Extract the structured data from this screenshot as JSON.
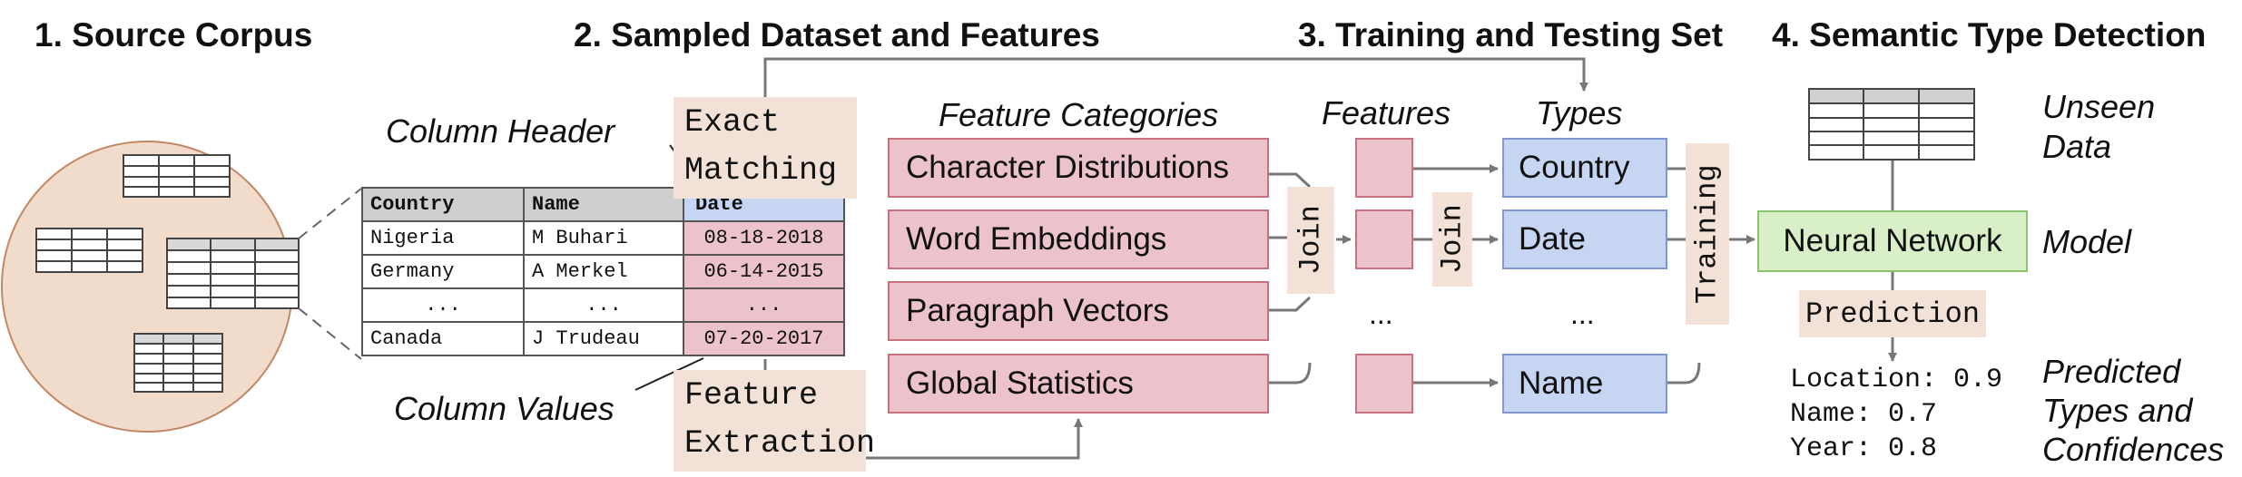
{
  "sections": {
    "source_corpus": "1. Source Corpus",
    "sampled_dataset": "2. Sampled Dataset and Features",
    "training_testing": "3. Training and Testing Set",
    "semantic_detection": "4. Semantic Type Detection"
  },
  "table": {
    "headers": [
      "Country",
      "Name",
      "Date"
    ],
    "rows": [
      [
        "Nigeria",
        "M Buhari",
        "08-18-2018"
      ],
      [
        "Germany",
        "A Merkel",
        "06-14-2015"
      ],
      [
        "...",
        "...",
        "..."
      ],
      [
        "Canada",
        "J Trudeau",
        "07-20-2017"
      ]
    ]
  },
  "annotations": {
    "column_header": "Column Header",
    "column_values": "Column Values",
    "exact_matching": "Exact\nMatching",
    "feature_extraction": "Feature\nExtraction"
  },
  "feature_categories": {
    "title": "Feature Categories",
    "items": [
      "Character Distributions",
      "Word Embeddings",
      "Paragraph Vectors",
      "Global Statistics"
    ]
  },
  "join_labels": [
    "Join",
    "Join"
  ],
  "features_label": "Features",
  "types": {
    "title": "Types",
    "items": [
      "Country",
      "Date",
      "Name"
    ]
  },
  "ellipsis": [
    "...",
    "..."
  ],
  "training_label": "Training",
  "model": {
    "unseen_data": "Unseen\nData",
    "neural_network": "Neural Network",
    "model_label": "Model",
    "prediction": "Prediction",
    "predictions": [
      "Location: 0.9",
      "Name: 0.7",
      "Year: 0.8"
    ],
    "predicted_label": "Predicted\nTypes and\nConfidences"
  }
}
